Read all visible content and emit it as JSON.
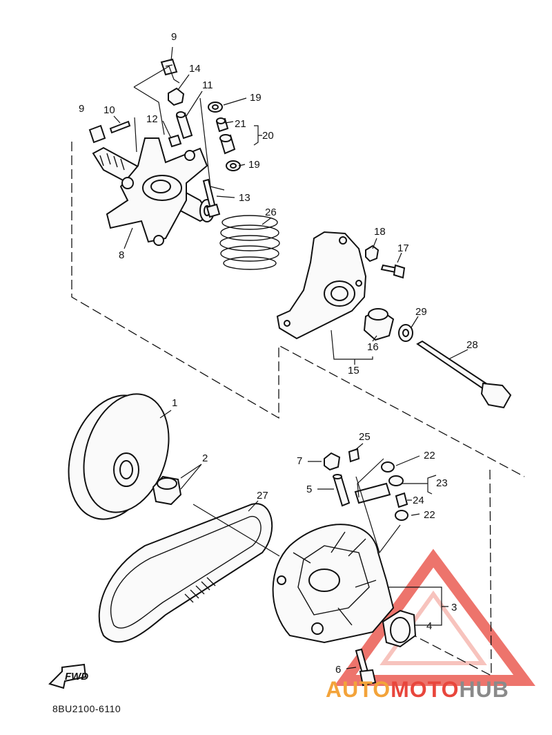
{
  "diagram": {
    "part_code": "8BU2100-6110",
    "fwd_label": "FWD",
    "watermark": {
      "part1": "AUTO",
      "part2": "MOTO",
      "part3": "HUB"
    },
    "callouts": [
      "9",
      "14",
      "11",
      "19",
      "10",
      "12",
      "21",
      "20",
      "19",
      "13",
      "26",
      "8",
      "18",
      "17",
      "29",
      "28",
      "16",
      "15",
      "1",
      "25",
      "7",
      "22",
      "2",
      "5",
      "23",
      "27",
      "24",
      "22",
      "3",
      "4",
      "6",
      "9"
    ],
    "colors": {
      "line": "#111111",
      "watermark_orange": "#f3a33a",
      "watermark_red": "#e8463c",
      "watermark_gray": "#8a8a8a"
    }
  }
}
